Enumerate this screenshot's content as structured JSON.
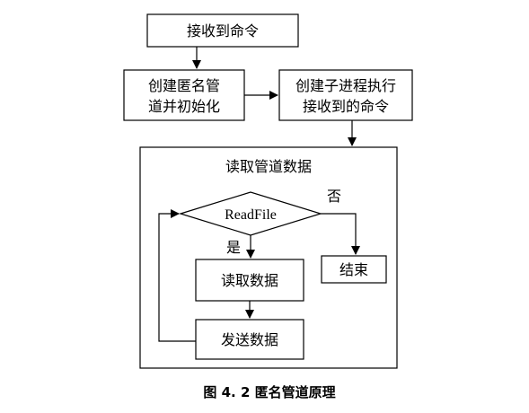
{
  "nodes": {
    "receive_command": "接收到命令",
    "create_pipe_line1": "创建匿名管",
    "create_pipe_line2": "道并初始化",
    "create_child_line1": "创建子进程执行",
    "create_child_line2": "接收到的命令",
    "read_pipe_group": "读取管道数据",
    "readfile_decision": "ReadFile",
    "read_data": "读取数据",
    "send_data": "发送数据",
    "end": "结束"
  },
  "edge_labels": {
    "yes": "是",
    "no": "否"
  },
  "caption": "图 4. 2 匿名管道原理"
}
